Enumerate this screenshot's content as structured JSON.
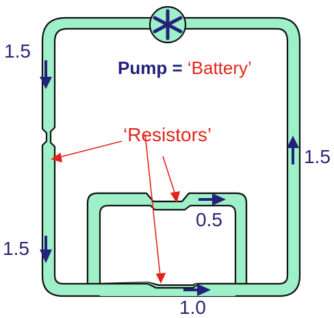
{
  "colors": {
    "pipe_fill": "#9ef0c8",
    "pipe_stroke": "#111111",
    "arrow": "#23217a",
    "label_blue": "#23217a",
    "label_red": "#e3231b",
    "pointer_red": "#e3231b"
  },
  "title": {
    "pump": "Pump",
    "equals": " = ",
    "battery": "‘Battery’"
  },
  "resistors_label": "‘Resistors’",
  "flows": {
    "top_left": "1.5",
    "bottom_left": "1.5",
    "right": "1.5",
    "inner_top": "0.5",
    "bottom": "1.0"
  },
  "icons": {
    "pump": "pump-asterisk-icon"
  }
}
